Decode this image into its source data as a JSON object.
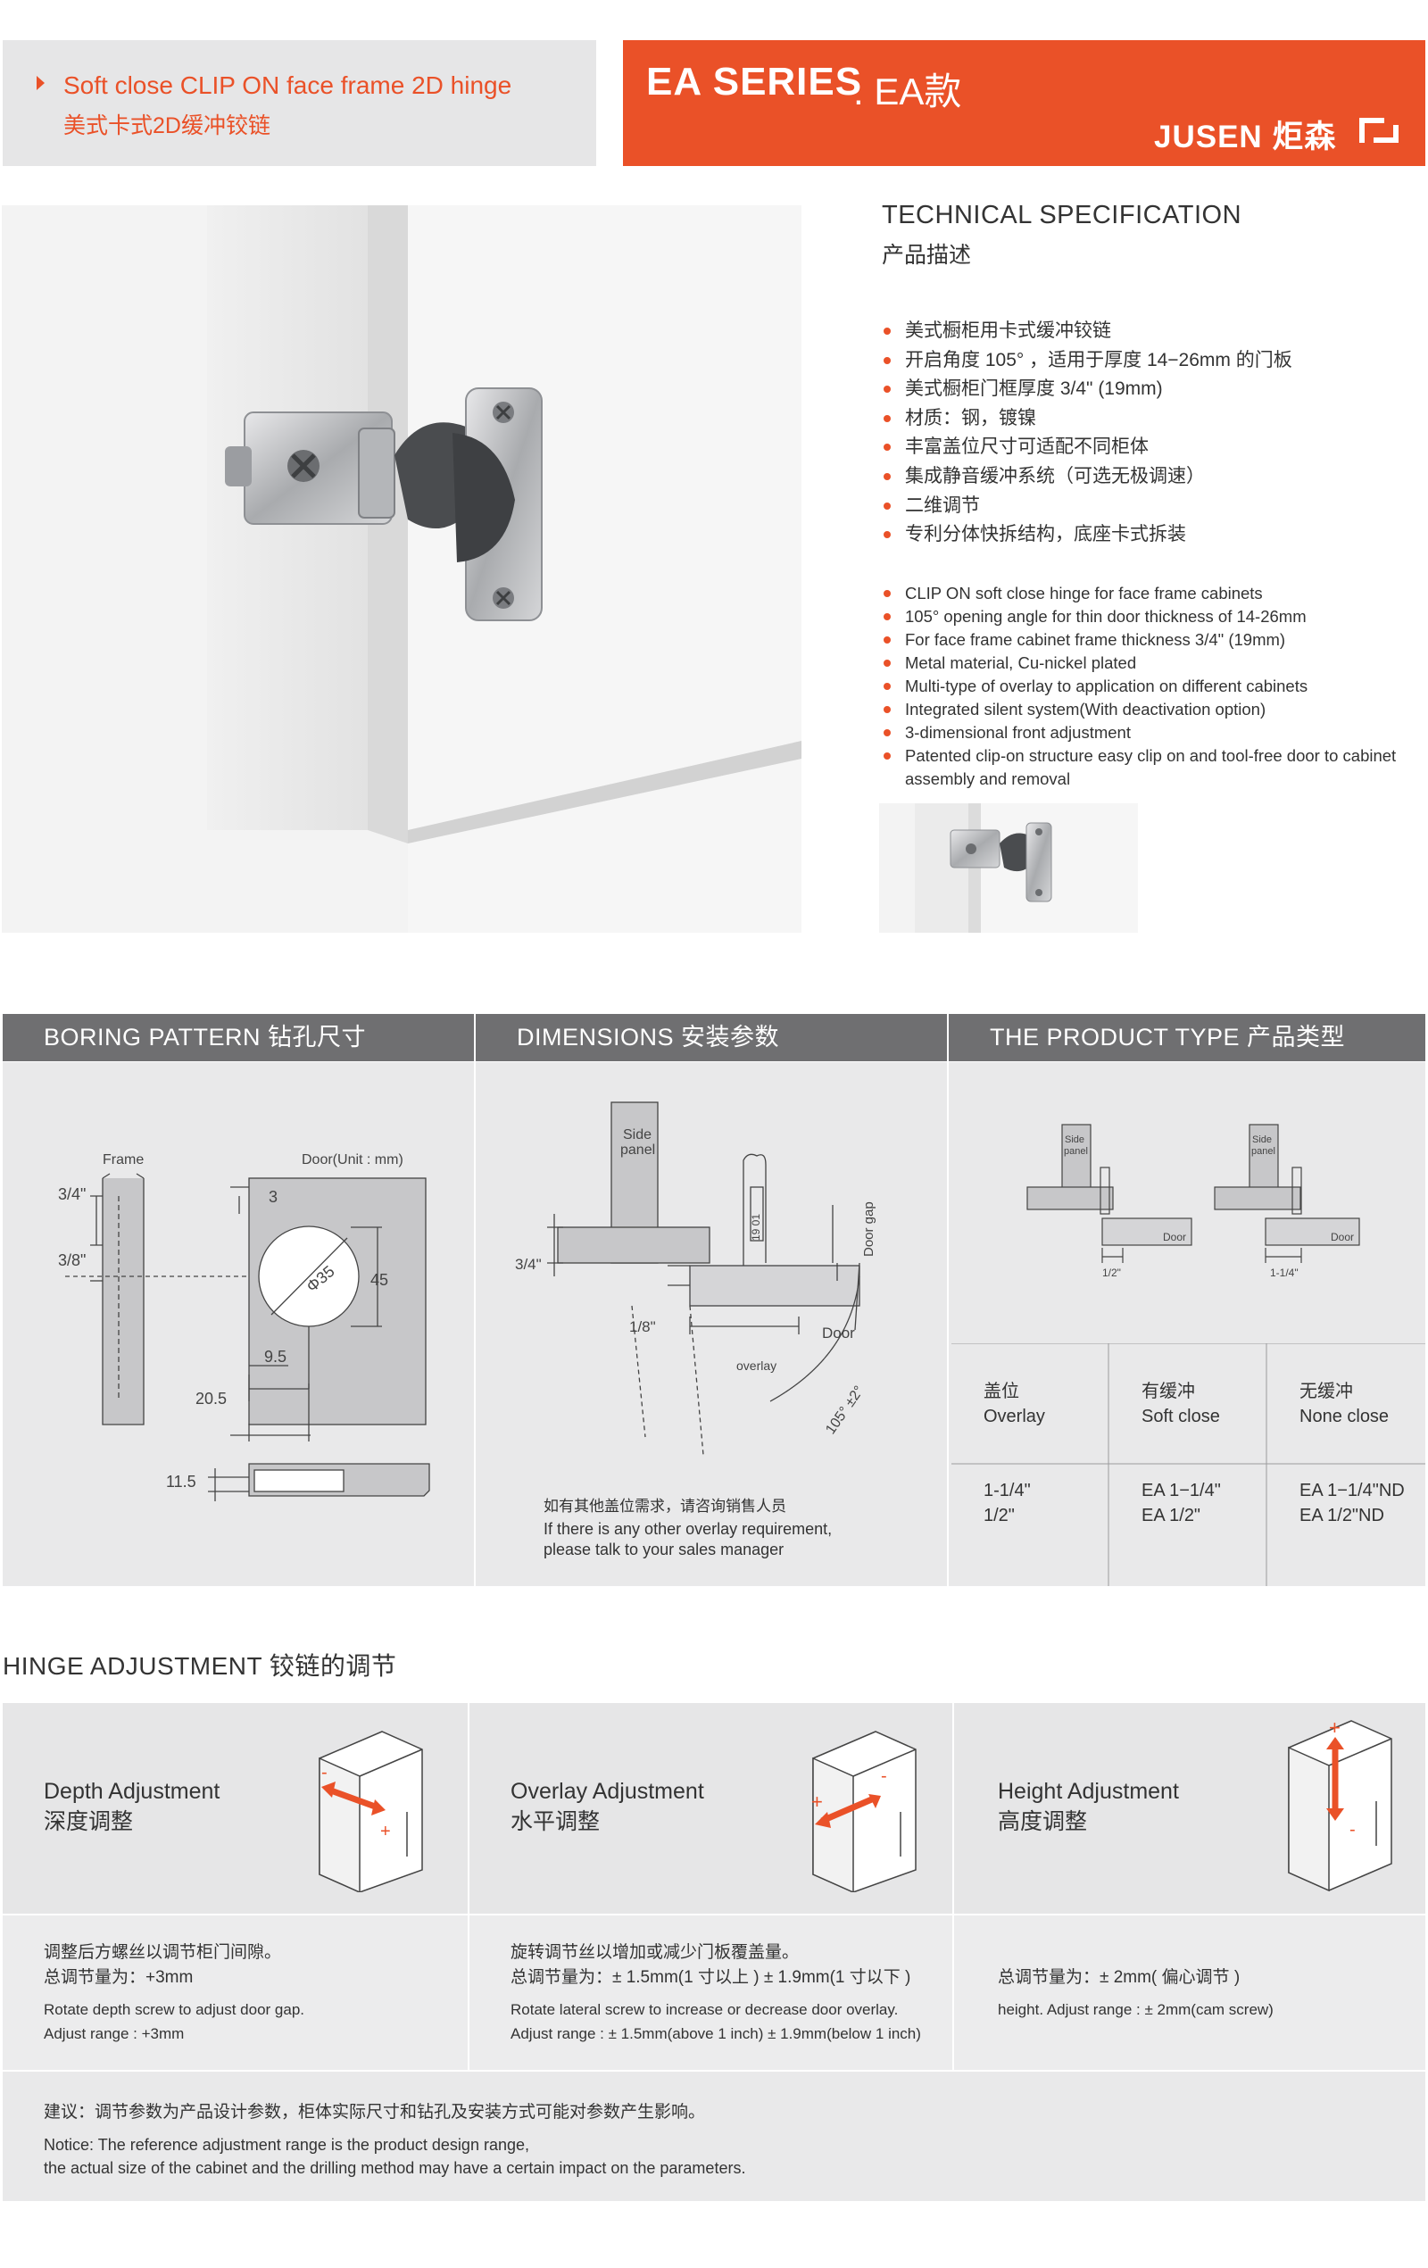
{
  "header": {
    "title_en": "Soft close CLIP ON face frame 2D hinge",
    "title_cn": "美式卡式2D缓冲铰链",
    "series": "EA SERIES",
    "series_cn": ". EA款",
    "brand": "JUSEN 炬森",
    "accent_color": "#ea5128"
  },
  "spec": {
    "title": "TECHNICAL SPECIFICATION",
    "title_cn": "产品描述",
    "items_cn": [
      "美式橱柜用卡式缓冲铰链",
      "开启角度 105° ，适用于厚度 14−26mm 的门板",
      "美式橱柜门框厚度 3/4\" (19mm)",
      "材质：钢，镀镍",
      "丰富盖位尺寸可适配不同柜体",
      "集成静音缓冲系统（可选无极调速）",
      "二维调节",
      "专利分体快拆结构，底座卡式拆装"
    ],
    "items_en": [
      "CLIP ON soft close hinge for face frame cabinets",
      "105° opening angle for thin door thickness of 14-26mm",
      "For face frame cabinet frame thickness 3/4\" (19mm)",
      "Metal material, Cu-nickel plated",
      "Multi-type of overlay to application on different cabinets",
      "Integrated silent system(With deactivation option)",
      "3-dimensional front adjustment",
      "Patented clip-on structure easy clip on and tool-free door to cabinet assembly and removal"
    ]
  },
  "sections": {
    "boring": "BORING PATTERN  钻孔尺寸",
    "dimensions": "DIMENSIONS  安装参数",
    "product_type": "THE PRODUCT TYPE  产品类型"
  },
  "boring": {
    "frame": "Frame",
    "door": "Door(Unit : mm)",
    "d34": "3/4\"",
    "d38": "3/8\"",
    "d3": "3",
    "d35": "Φ35",
    "d45": "45",
    "d95": "9.5",
    "d205": "20.5",
    "d115": "11.5"
  },
  "dims": {
    "side_panel_1": "Side",
    "side_panel_2": "panel",
    "door_gap": "Door gap",
    "d34": "3/4\"",
    "d18": "1/8\"",
    "door": "Door",
    "overlay": "overlay",
    "hinge_mark": "19 01",
    "angle": "105° ±2°",
    "note_cn": "如有其他盖位需求，请咨询销售人员",
    "note_en1": "If there is any other overlay requirement,",
    "note_en2": "please talk to your sales manager"
  },
  "ptype": {
    "side": "Side",
    "panel": "panel",
    "door": "Door",
    "half": "1/2\"",
    "one_quarter": "1-1/4\"",
    "h1_cn": "盖位",
    "h1_en": "Overlay",
    "h2_cn": "有缓冲",
    "h2_en": "Soft close",
    "h3_cn": "无缓冲",
    "h3_en": "None close",
    "r1": [
      "1-1/4\"",
      "EA 1−1/4\"",
      "EA 1−1/4\"ND"
    ],
    "r2": [
      "1/2\"",
      "EA 1/2\"",
      "EA 1/2\"ND"
    ]
  },
  "adjust": {
    "title": "HINGE ADJUSTMENT  铰链的调节",
    "depth": {
      "name_en": "Depth Adjustment",
      "name_cn": "深度调整",
      "cn1": "调整后方螺丝以调节柜门间隙。",
      "cn2": "总调节量为：+3mm",
      "en1": "Rotate depth screw to adjust door gap.",
      "en2": "Adjust range : +3mm"
    },
    "overlay": {
      "name_en": "Overlay Adjustment",
      "name_cn": "水平调整",
      "cn1": "旋转调节丝以增加或减少门板覆盖量。",
      "cn2": "总调节量为：± 1.5mm(1 寸以上 ) ± 1.9mm(1 寸以下 )",
      "en1": "Rotate lateral screw to increase or decrease door overlay.",
      "en2": "Adjust range : ± 1.5mm(above 1 inch) ± 1.9mm(below 1 inch)"
    },
    "height": {
      "name_en": "Height Adjustment",
      "name_cn": "高度调整",
      "cn1": "总调节量为：± 2mm( 偏心调节 )",
      "en1": "height. Adjust range : ± 2mm(cam screw)"
    },
    "plus": "+",
    "minus": "-"
  },
  "notice": {
    "cn": "建议：调节参数为产品设计参数，柜体实际尺寸和钻孔及安装方式可能对参数产生影响。",
    "en1": "Notice: The reference adjustment range is the product design range,",
    "en2": "the actual size of the cabinet and the drilling method may have a certain impact on the parameters."
  }
}
